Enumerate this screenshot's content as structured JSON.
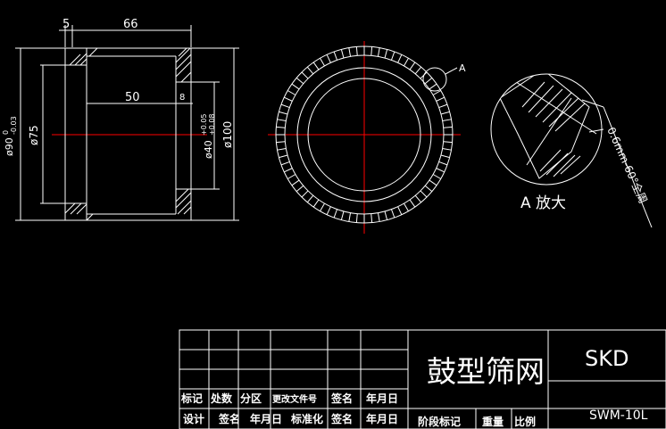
{
  "dimensions": {
    "d5": "5",
    "d66": "66",
    "d50": "50",
    "d8": "8",
    "phi90": "ø90",
    "phi90_tol_up": "0",
    "phi90_tol_low": "-0.03",
    "phi75": "ø75",
    "phi40": "ø40",
    "phi40_tol_up": "+0.05",
    "phi40_tol_low": "+0.08",
    "phi100": "ø100",
    "leader_a": "A"
  },
  "detail": {
    "label": "A 放大",
    "callout": "0.6mm-60°全周"
  },
  "title_block": {
    "headers": [
      "标记",
      "处数",
      "分区",
      "更改文件号",
      "签名",
      "年月日"
    ],
    "row2": [
      "设计",
      "签名",
      "年月日",
      "标准化",
      "签名",
      "年月日"
    ],
    "stage_labels": [
      "阶段标记",
      "重量",
      "比例"
    ],
    "part_name": "鼓型筛网",
    "company": "SKD",
    "drawing_no": "SWM-10L"
  },
  "colors": {
    "background": "#000000",
    "line": "#ffffff",
    "center_line": "#ff0000"
  }
}
